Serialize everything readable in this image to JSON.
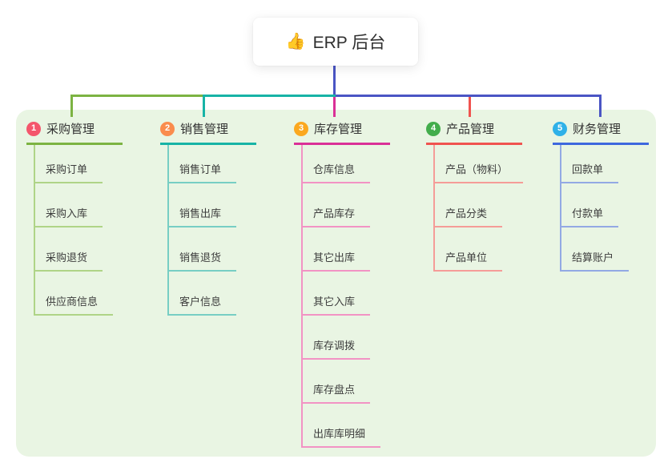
{
  "root": {
    "emoji": "👍",
    "title": "ERP 后台"
  },
  "board_background": "#e9f5e3",
  "connectors": {
    "stem": "#4a55c4",
    "bar_green": "#7cb342",
    "bar_teal": "#17b3a6",
    "bar_blue": "#4a55c4",
    "drop_1": "#7cb342",
    "drop_2": "#17b3a6",
    "drop_3": "#da3097",
    "drop_4": "#f0534f",
    "drop_5": "#4a55c4"
  },
  "branches": [
    {
      "num": "1",
      "title": "采购管理",
      "badge_color": "#f4566c",
      "line_color": "#7cb342",
      "child_line_color": "#afd487",
      "children": [
        "采购订单",
        "采购入库",
        "采购退货",
        "供应商信息"
      ]
    },
    {
      "num": "2",
      "title": "销售管理",
      "badge_color": "#fa8c4d",
      "line_color": "#17b3a6",
      "child_line_color": "#77cec4",
      "children": [
        "销售订单",
        "销售出库",
        "销售退货",
        "客户信息"
      ]
    },
    {
      "num": "3",
      "title": "库存管理",
      "badge_color": "#fba81f",
      "line_color": "#da3097",
      "child_line_color": "#f293c4",
      "children": [
        "仓库信息",
        "产品库存",
        "其它出库",
        "其它入库",
        "库存调拨",
        "库存盘点",
        "出库库明细"
      ]
    },
    {
      "num": "4",
      "title": "产品管理",
      "badge_color": "#43ad4c",
      "line_color": "#f0534f",
      "child_line_color": "#f59c98",
      "children": [
        "产品（物料）",
        "产品分类",
        "产品单位"
      ]
    },
    {
      "num": "5",
      "title": "财务管理",
      "badge_color": "#2fb1e8",
      "line_color": "#3e68de",
      "child_line_color": "#93a9e4",
      "children": [
        "回款单",
        "付款单",
        "结算账户"
      ]
    }
  ]
}
